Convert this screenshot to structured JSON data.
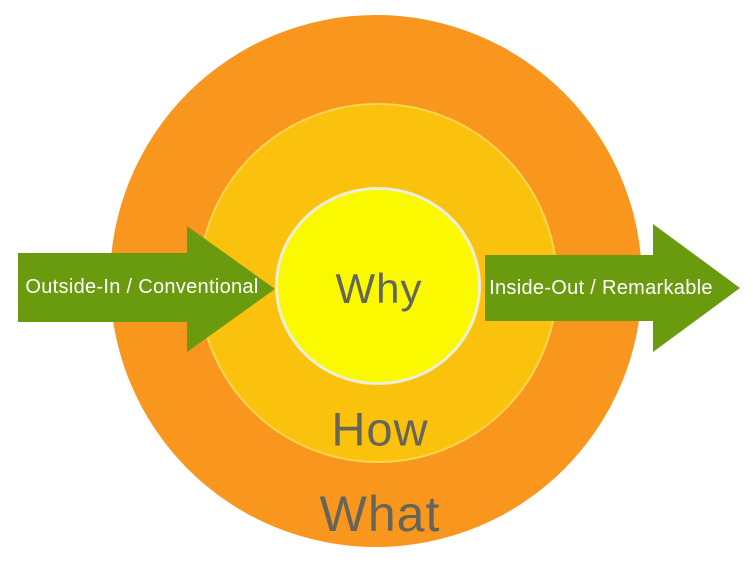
{
  "colors": {
    "page-bg": "#FFFFFF",
    "outer-ring": "#F8961E",
    "middle-ring": "#FBC20D",
    "middle-ring-border": "#FDD54F",
    "inner-circle": "#FBF900",
    "inner-circle-border": "#EFEEDC",
    "arrow-green": "#6A9B0E",
    "arrow-text": "#FFFFFF",
    "ring-text": "#65655A"
  },
  "diagram": {
    "type": "concentric-circles",
    "rings": [
      {
        "id": "inner",
        "label": "Why"
      },
      {
        "id": "middle",
        "label": "How"
      },
      {
        "id": "outer",
        "label": "What"
      }
    ],
    "arrows": {
      "left": {
        "label": "Outside-In / Conventional",
        "direction": "right"
      },
      "right": {
        "label": "Inside-Out / Remarkable",
        "direction": "right"
      }
    }
  }
}
